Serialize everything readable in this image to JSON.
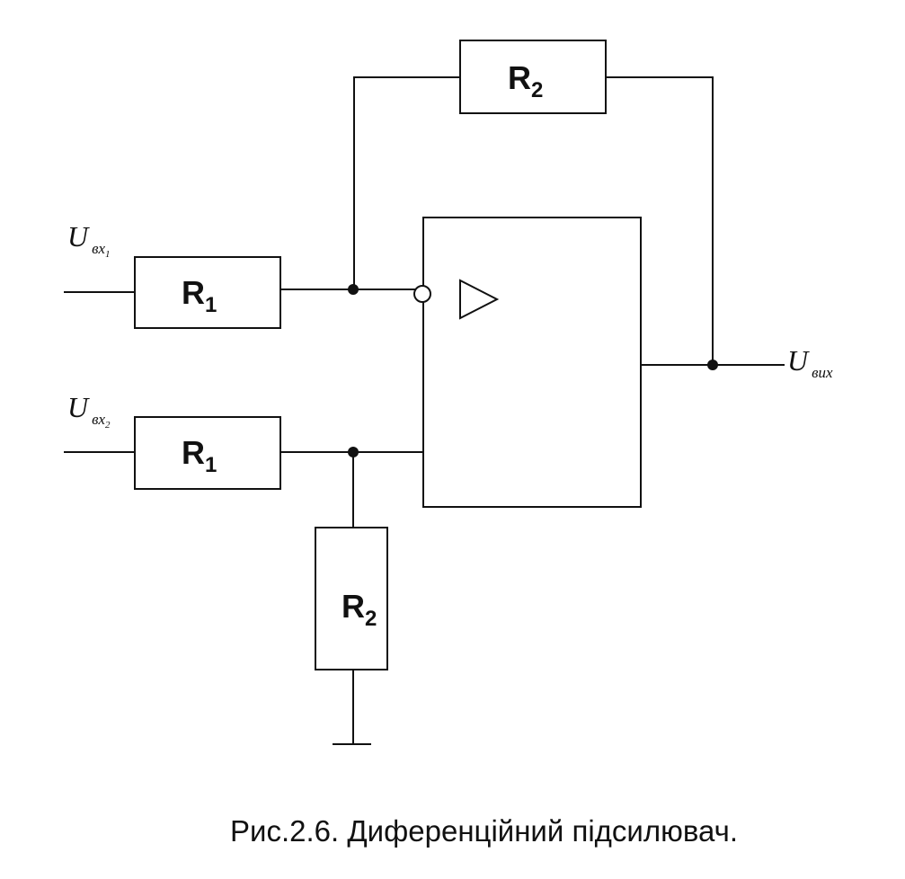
{
  "schematic": {
    "resistors": {
      "r_feedback": {
        "letter": "R",
        "index": "2"
      },
      "r_input_1": {
        "letter": "R",
        "index": "1"
      },
      "r_input_2": {
        "letter": "R",
        "index": "1"
      },
      "r_ground": {
        "letter": "R",
        "index": "2"
      }
    },
    "signals": {
      "input_1": {
        "main": "U",
        "sub": "вх",
        "subsub": "1"
      },
      "input_2": {
        "main": "U",
        "sub": "вх",
        "subsub": "2"
      },
      "output": {
        "main": "U",
        "sub": "вих"
      }
    }
  },
  "caption": "Рис.2.6. Диференційний підсилювач."
}
